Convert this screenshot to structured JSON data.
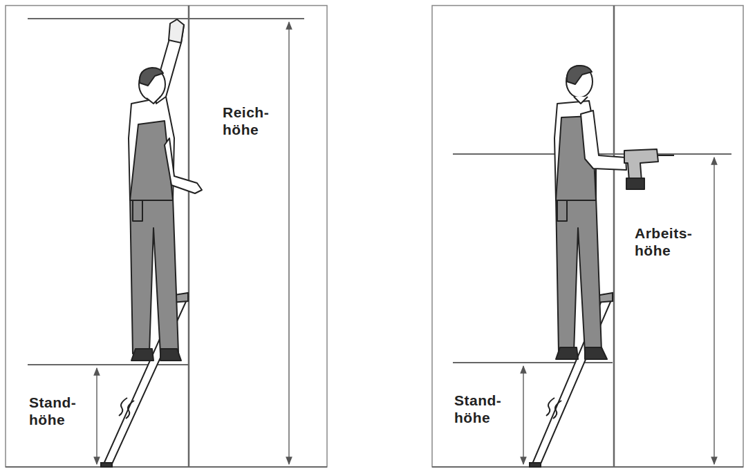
{
  "diagram": {
    "labels": [
      "Reich- höhe",
      "Stand- höhe",
      "Arbeits- höhe",
      "Stand- höhe"
    ]
  }
}
